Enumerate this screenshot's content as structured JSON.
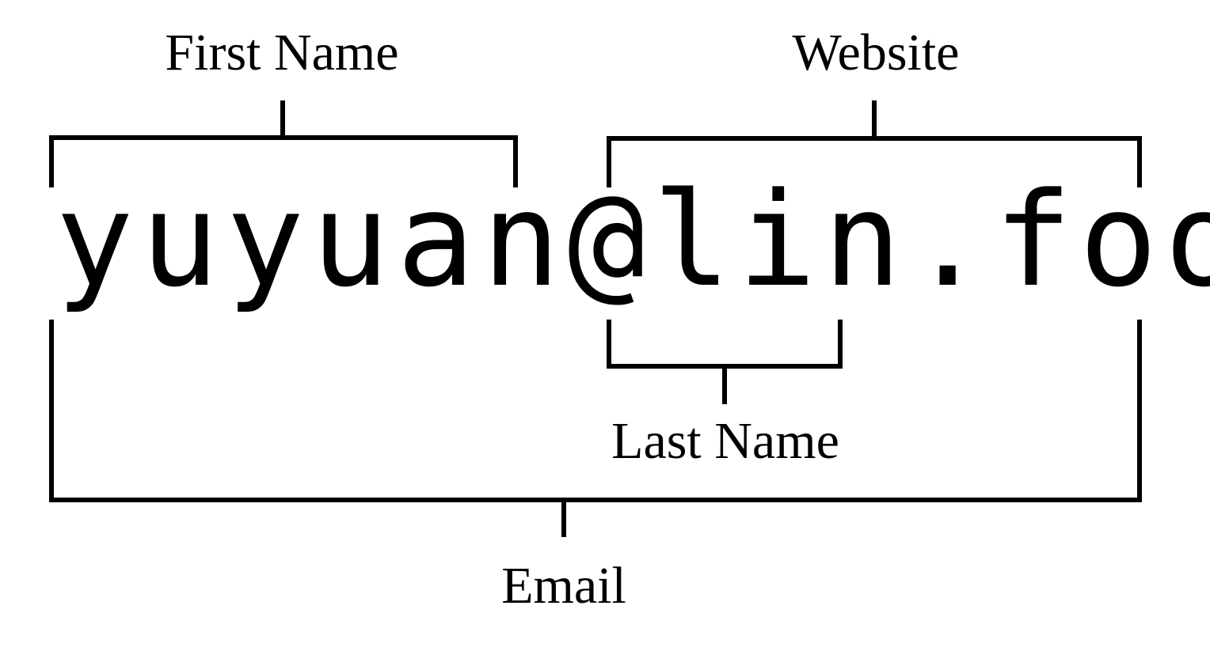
{
  "diagram": {
    "email_string": "yuyuan@lin.foo",
    "labels": {
      "first_name": "First Name",
      "website": "Website",
      "last_name": "Last Name",
      "email": "Email"
    },
    "colors": {
      "ink": "#000000",
      "background": "#ffffff"
    }
  }
}
